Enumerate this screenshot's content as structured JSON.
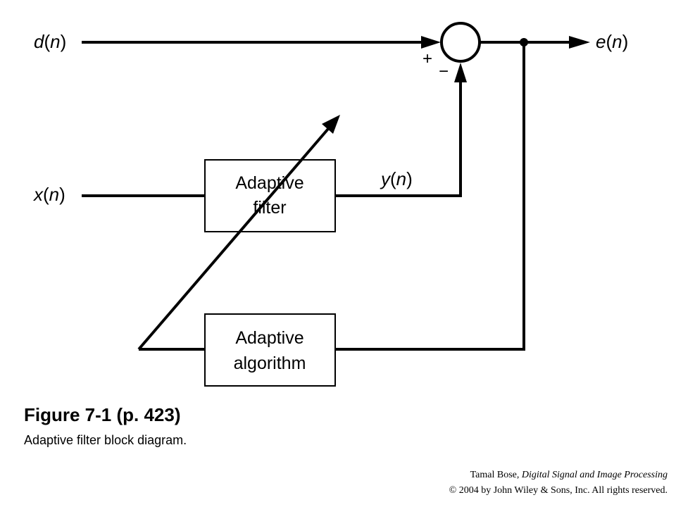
{
  "signals": {
    "d": {
      "name": "d",
      "open": "(",
      "arg": "n",
      "close": ")"
    },
    "x": {
      "name": "x",
      "open": "(",
      "arg": "n",
      "close": ")"
    },
    "y": {
      "name": "y",
      "open": "(",
      "arg": "n",
      "close": ")"
    },
    "e": {
      "name": "e",
      "open": "(",
      "arg": "n",
      "close": ")"
    }
  },
  "summing_junction": {
    "plus_sign": "+",
    "minus_sign": "−"
  },
  "blocks": {
    "adaptive_filter": {
      "line1": "Adaptive",
      "line2": "filter"
    },
    "adaptive_algorithm": {
      "line1": "Adaptive",
      "line2": "algorithm"
    }
  },
  "figure": {
    "title": "Figure 7-1  (p. 423)",
    "caption": "Adaptive filter block diagram."
  },
  "credits": {
    "author": "Tamal Bose, ",
    "book": "Digital Signal and Image Processing",
    "copyright": "© 2004 by John Wiley & Sons, Inc.  All rights reserved."
  },
  "colors": {
    "line": "#000000",
    "background": "#ffffff"
  }
}
